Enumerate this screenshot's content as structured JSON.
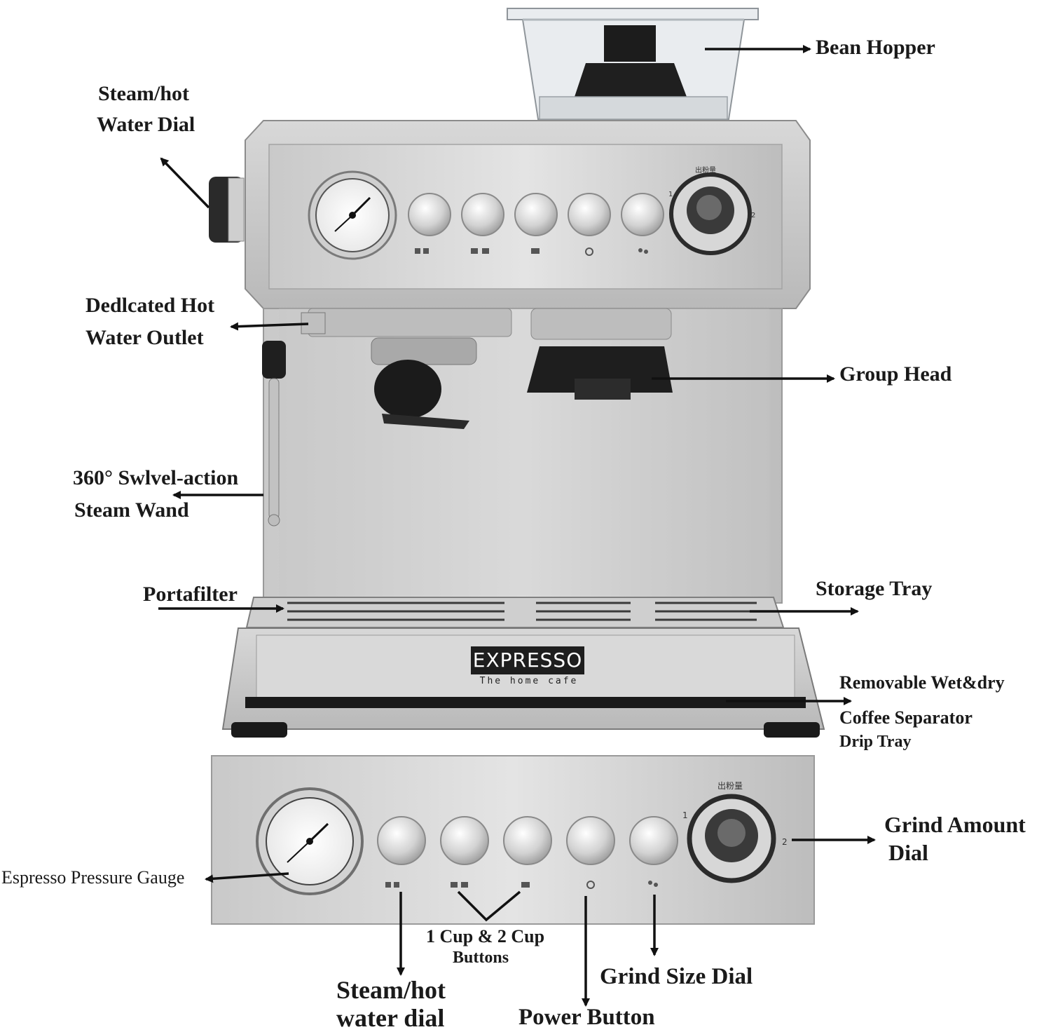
{
  "brand": {
    "name": "EXPRESSO",
    "tagline": "The home cafe"
  },
  "panel_marks": {
    "dial_top_label": "出粉量",
    "dial_mark_1": "1",
    "dial_mark_2": "2"
  },
  "labels": {
    "bean_hopper": "Bean Hopper",
    "steam_hot_water_dial_top": [
      "Steam/hot",
      "Water Dial"
    ],
    "dedicated_hot_water_outlet": [
      "Dedlcated Hot",
      "Water Outlet"
    ],
    "group_head": "Group Head",
    "steam_wand": [
      "360° Swlvel-action",
      "Steam Wand"
    ],
    "portafilter": "Portafilter",
    "storage_tray": "Storage Tray",
    "drip_tray": [
      "Removable Wet&dry",
      "Coffee Separator",
      "Drip Tray"
    ],
    "grind_amount_dial": [
      "Grind Amount",
      "Dial"
    ],
    "espresso_pressure_gauge": "Espresso Pressure Gauge",
    "cup_buttons": [
      "1 Cup & 2 Cup",
      "Buttons"
    ],
    "steam_hot_water_dial_bottom": [
      "Steam/hot",
      "water dial"
    ],
    "grind_size_dial": "Grind Size Dial",
    "power_button": "Power Button"
  }
}
